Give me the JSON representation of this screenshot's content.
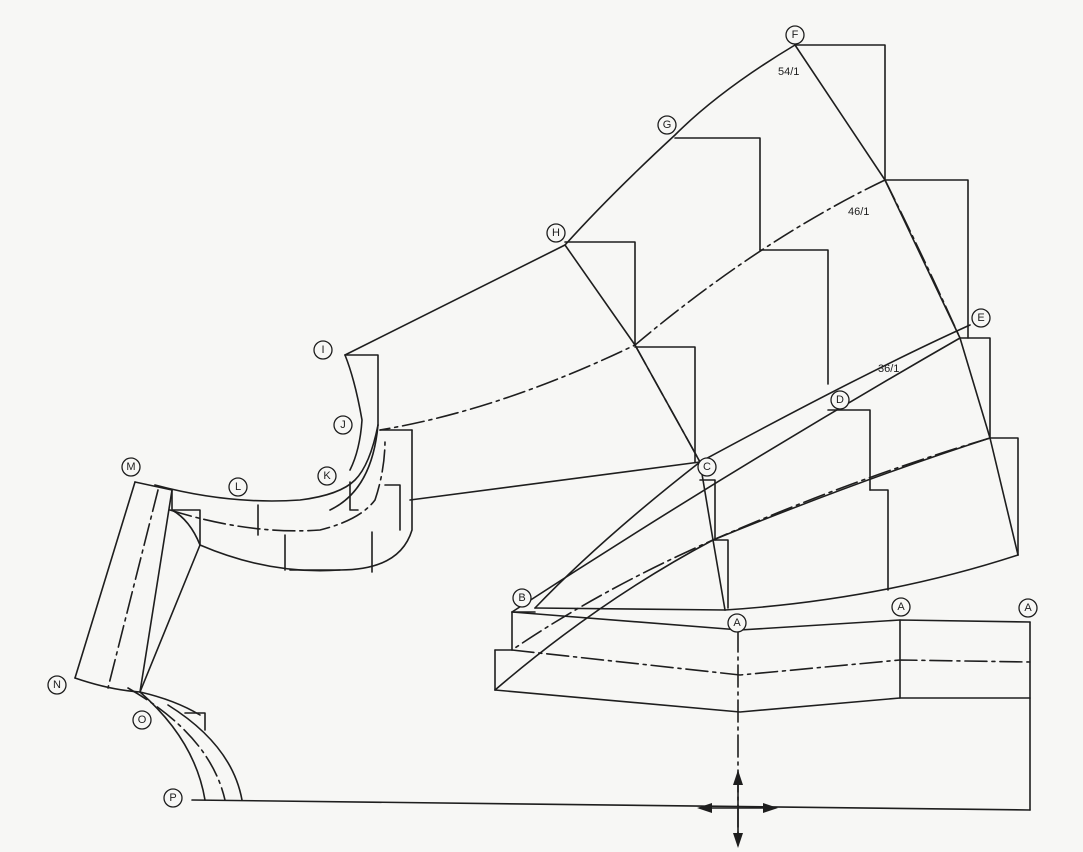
{
  "markers": {
    "a1": "A",
    "a2": "A",
    "a3": "A",
    "b": "B",
    "c": "C",
    "d": "D",
    "e": "E",
    "f": "F",
    "g": "G",
    "h": "H",
    "i": "I",
    "j": "J",
    "k": "K",
    "l": "L",
    "m": "M",
    "n": "N",
    "o": "O",
    "p": "P"
  },
  "annotations": {
    "size_54": "54/1",
    "size_46": "46/1",
    "size_36": "36/1"
  },
  "colors": {
    "ink": "#1e1e1e",
    "paper": "#f7f7f5"
  }
}
